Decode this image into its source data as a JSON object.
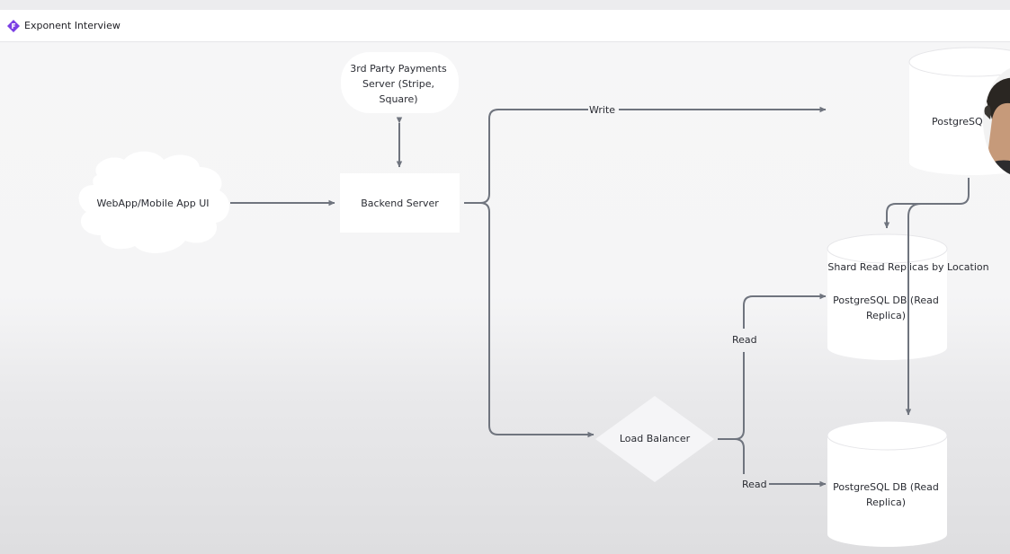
{
  "app": {
    "title": "Exponent Interview",
    "brand_color": "#7b3fe4"
  },
  "diagram": {
    "nodes": {
      "client": {
        "label": "WebApp/Mobile App UI",
        "shape": "cloud"
      },
      "backend": {
        "label": "Backend Server",
        "shape": "rectangle"
      },
      "payments": {
        "label_lines": [
          "3rd Party Payments",
          "Server (Stripe,",
          "Square)"
        ],
        "shape": "rounded"
      },
      "primary_db": {
        "label": "PostgreSQ",
        "shape": "cylinder"
      },
      "replica_group": {
        "label": "Shard Read Replicas by Location"
      },
      "replica1": {
        "label_lines": [
          "PostgreSQL DB (Read",
          "Replica)"
        ],
        "shape": "cylinder"
      },
      "replica2": {
        "label_lines": [
          "PostgreSQL DB (Read",
          "Replica)"
        ],
        "shape": "cylinder"
      },
      "load_balancer": {
        "label": "Load Balancer",
        "shape": "diamond"
      }
    },
    "edges": {
      "write": "Write",
      "read_upper": "Read",
      "read_lower": "Read"
    },
    "colors": {
      "edge": "#6f747e",
      "node_fill": "#ffffff",
      "text": "#2a2c33"
    }
  }
}
